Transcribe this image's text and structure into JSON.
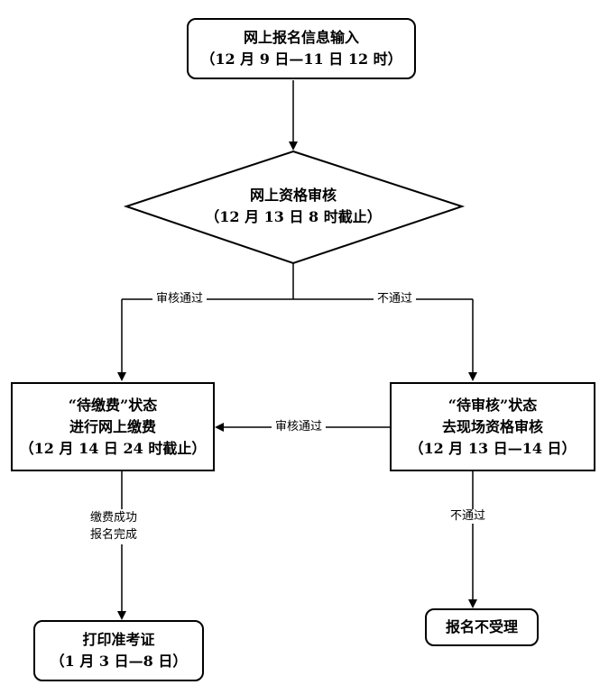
{
  "nodes": {
    "start": {
      "line1": "网上报名信息输入",
      "line2": "（12 月 9 日—11 日 12 时）"
    },
    "review": {
      "line1": "网上资格审核",
      "line2": "（12 月 13 日 8 时截止）"
    },
    "pending_pay": {
      "line1": "“待缴费”状态",
      "line2": "进行网上缴费",
      "line3": "（12 月 14 日 24 时截止）"
    },
    "pending_review": {
      "line1": "“待审核”状态",
      "line2": "去现场资格审核",
      "line3": "（12 月 13 日—14 日）"
    },
    "print": {
      "line1": "打印准考证",
      "line2": "（1 月 3 日—8 日）"
    },
    "rejected": {
      "line1": "报名不受理"
    }
  },
  "edges": {
    "pass_left": "审核通过",
    "fail_right": "不通过",
    "onsite_pass": "审核通过",
    "pay_done_1": "缴费成功",
    "pay_done_2": "报名完成",
    "onsite_fail": "不通过"
  }
}
